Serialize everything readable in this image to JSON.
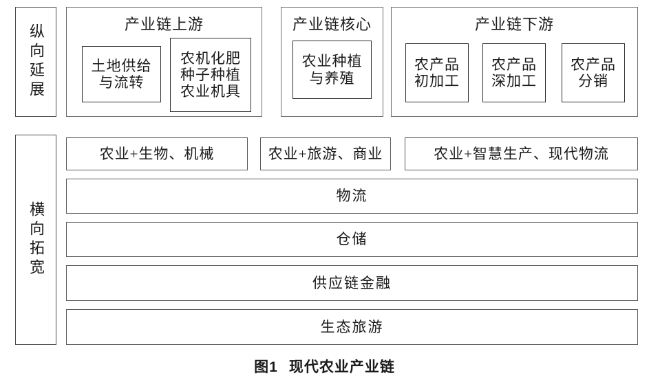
{
  "figure": {
    "caption_label": "图1",
    "caption_title": "现代农业产业链"
  },
  "axes": {
    "vertical_label": "纵向延展",
    "horizontal_label": "横向拓宽"
  },
  "value_chain": {
    "groups": [
      {
        "title": "产业链上游",
        "items": [
          {
            "label": "土地供给\n与流转",
            "lines": 2
          },
          {
            "label": "农机化肥\n种子种植\n农业机具",
            "lines": 3
          }
        ]
      },
      {
        "title": "产业链核心",
        "items": [
          {
            "label": "农业种植\n与养殖",
            "lines": 2
          }
        ]
      },
      {
        "title": "产业链下游",
        "items": [
          {
            "label": "农产品\n初加工",
            "lines": 2
          },
          {
            "label": "农产品\n深加工",
            "lines": 2
          },
          {
            "label": "农产品\n分销",
            "lines": 2
          }
        ]
      }
    ]
  },
  "expansion": {
    "combos": [
      {
        "label": "农业+生物、机械"
      },
      {
        "label": "农业+旅游、商业"
      },
      {
        "label": "农业+智慧生产、现代物流"
      }
    ],
    "services": [
      {
        "label": "物流"
      },
      {
        "label": "仓储"
      },
      {
        "label": "供应链金融"
      },
      {
        "label": "生态旅游"
      }
    ]
  },
  "colors": {
    "outline": "#4a4a4a",
    "outline_light": "#6b6b6b",
    "text": "#1a1a1a",
    "background": "#ffffff"
  }
}
